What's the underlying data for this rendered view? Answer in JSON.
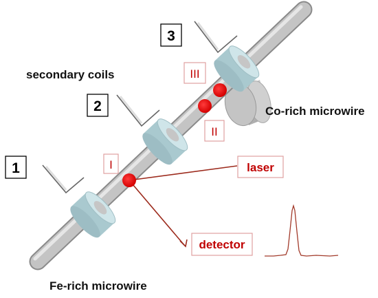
{
  "labels": {
    "secondary_coils": "secondary coils",
    "co_wire": "Co-rich microwire",
    "fe_wire": "Fe-rich microwire",
    "laser": "laser",
    "detector": "detector"
  },
  "coil_numbers": [
    "1",
    "2",
    "3"
  ],
  "positions": [
    "I",
    "II",
    "III"
  ],
  "colors": {
    "wire": "#b9b9b9",
    "coil": "#b4d2d8",
    "spot": "#ff0000",
    "beam": "#9c2a1c",
    "label_text": "#c00000",
    "label_border": "#e0a0a0"
  }
}
